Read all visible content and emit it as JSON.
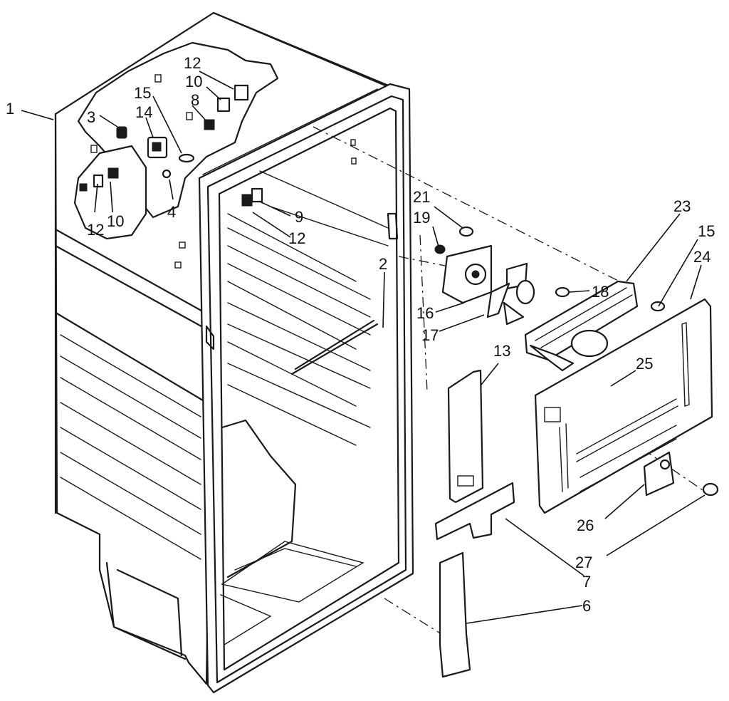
{
  "callouts": [
    {
      "id": "c1",
      "text": "1"
    },
    {
      "id": "c3",
      "text": "3"
    },
    {
      "id": "c14",
      "text": "14"
    },
    {
      "id": "c15a",
      "text": "15"
    },
    {
      "id": "c12a",
      "text": "12"
    },
    {
      "id": "c10a",
      "text": "10"
    },
    {
      "id": "c8",
      "text": "8"
    },
    {
      "id": "c4",
      "text": "4"
    },
    {
      "id": "c12b",
      "text": "12"
    },
    {
      "id": "c10b",
      "text": "10"
    },
    {
      "id": "c9",
      "text": "9"
    },
    {
      "id": "c12c",
      "text": "12"
    },
    {
      "id": "c2",
      "text": "2"
    },
    {
      "id": "c21",
      "text": "21"
    },
    {
      "id": "c19",
      "text": "19"
    },
    {
      "id": "c16",
      "text": "16"
    },
    {
      "id": "c17",
      "text": "17"
    },
    {
      "id": "c18",
      "text": "18"
    },
    {
      "id": "c23",
      "text": "23"
    },
    {
      "id": "c15b",
      "text": "15"
    },
    {
      "id": "c24",
      "text": "24"
    },
    {
      "id": "c25",
      "text": "25"
    },
    {
      "id": "c13",
      "text": "13"
    },
    {
      "id": "c26",
      "text": "26"
    },
    {
      "id": "c27",
      "text": "27"
    },
    {
      "id": "c7",
      "text": "7"
    },
    {
      "id": "c6",
      "text": "6"
    }
  ]
}
